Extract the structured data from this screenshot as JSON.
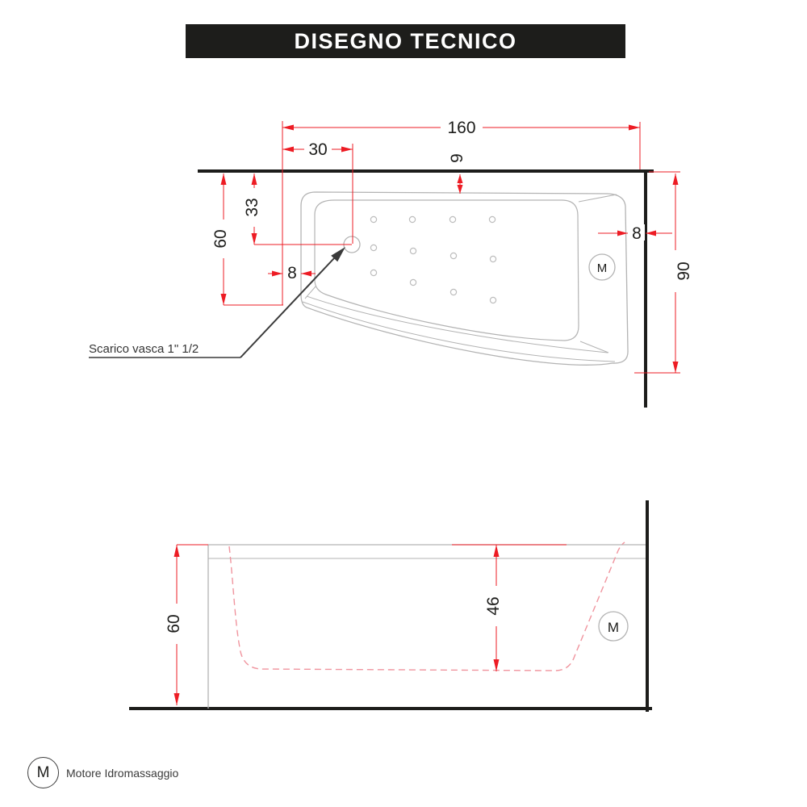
{
  "header": {
    "title": "DISEGNO TECNICO"
  },
  "top_view": {
    "dims": {
      "width_total": "160",
      "drain_offset_x": "30",
      "gap_top": "9",
      "drain_offset_y": "33",
      "end_width": "60",
      "gap_left": "8",
      "gap_right": "8",
      "depth_total": "90"
    },
    "drain_label": "Scarico vasca 1\" 1/2",
    "motor_symbol": "M"
  },
  "side_view": {
    "dims": {
      "height_total": "60",
      "inner_depth": "46"
    },
    "motor_symbol": "M"
  },
  "legend": {
    "symbol": "M",
    "label": "Motore Idromassaggio"
  },
  "colors": {
    "dimension_red": "#ed1c24",
    "outline_gray": "#b3b3b3",
    "wall_black": "#1d1d1b",
    "profile_pink": "#f0949e"
  }
}
